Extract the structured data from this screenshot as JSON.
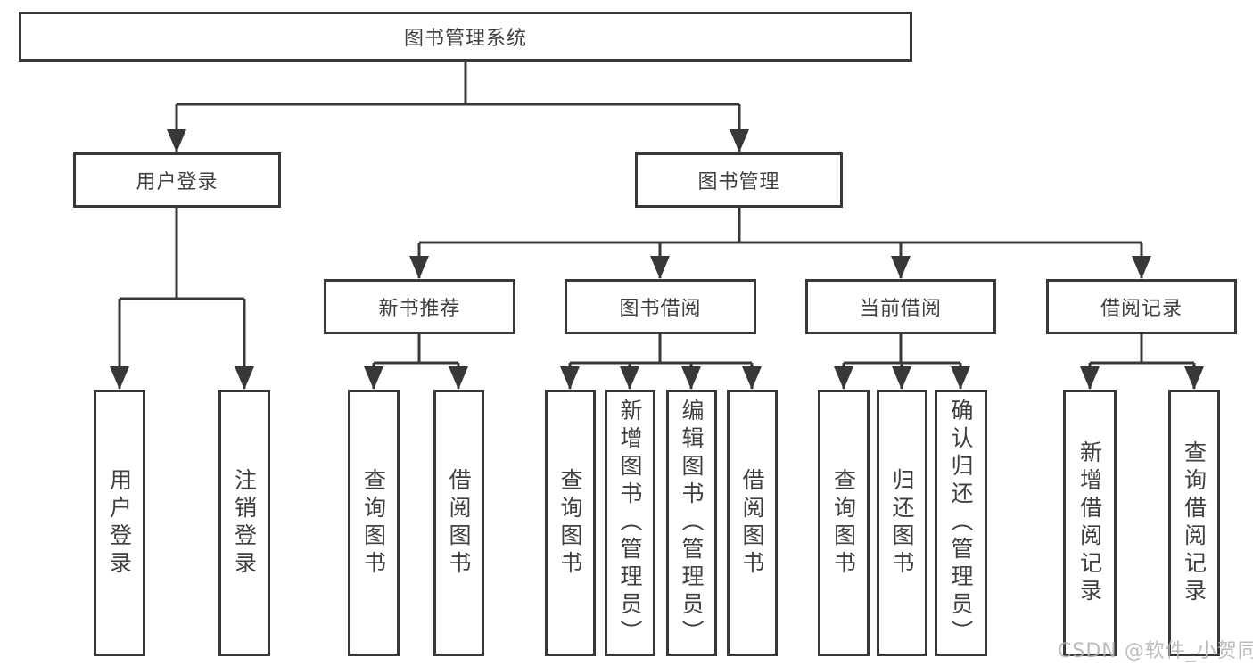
{
  "diagram": {
    "root": {
      "label": "图书管理系统"
    },
    "level2": [
      {
        "label": "用户登录"
      },
      {
        "label": "图书管理"
      }
    ],
    "level3": [
      {
        "label": "新书推荐"
      },
      {
        "label": "图书借阅"
      },
      {
        "label": "当前借阅"
      },
      {
        "label": "借阅记录"
      }
    ],
    "leaves": {
      "user_login": [
        "用户登录",
        "注销登录"
      ],
      "new_book_recommend": [
        "查询图书",
        "借阅图书"
      ],
      "book_borrow": [
        "查询图书",
        "新增图书（管理员）",
        "编辑图书（管理员）",
        "借阅图书"
      ],
      "current_borrow": [
        "查询图书",
        "归还图书",
        "确认归还（管理员）"
      ],
      "borrow_record": [
        "新增借阅记录",
        "查询借阅记录"
      ]
    }
  },
  "watermark": {
    "text": "CSDN @软件_小贺同学"
  },
  "colors": {
    "line": "#383838",
    "text": "#3f3f3f",
    "watermark": "#afafaf",
    "background": "#ffffff"
  }
}
